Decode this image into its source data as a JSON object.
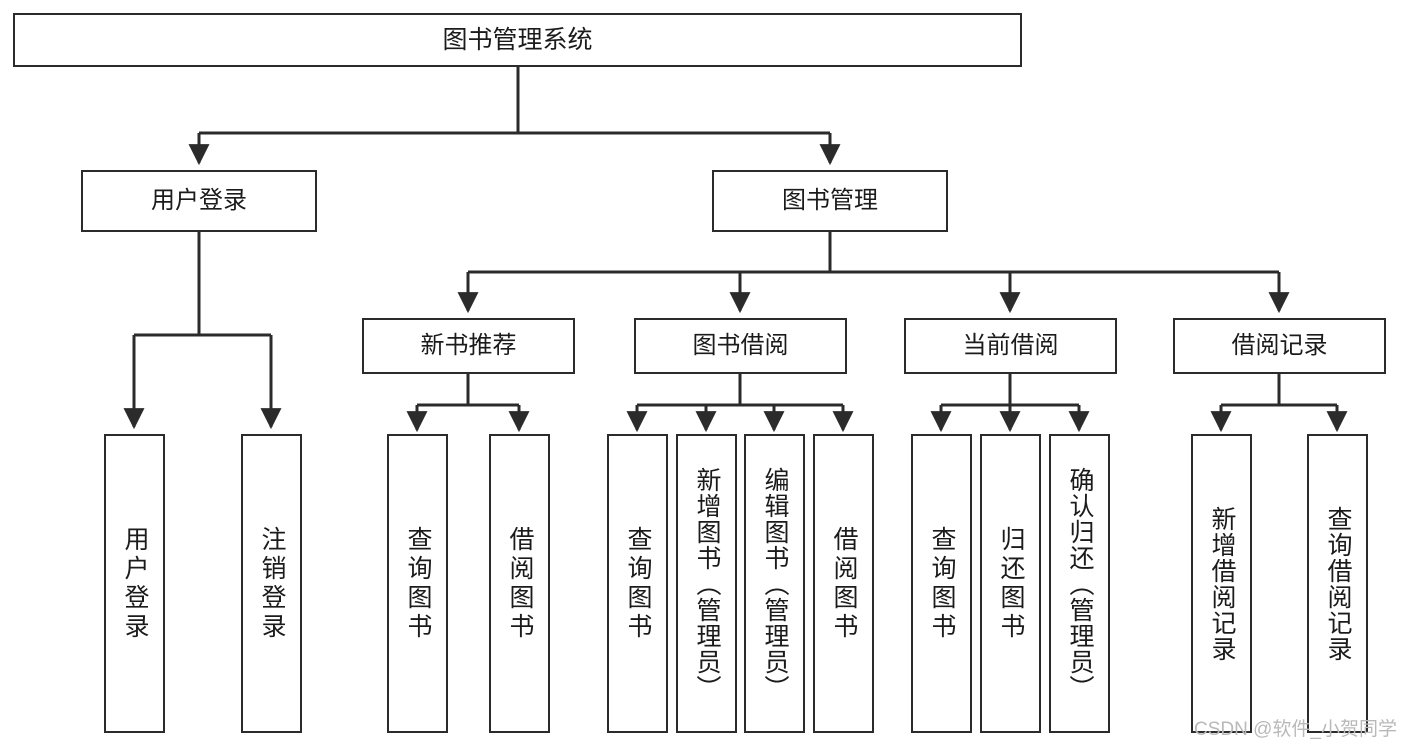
{
  "diagram": {
    "title": "图书管理系统",
    "root": {
      "label": "图书管理系统"
    },
    "level2": [
      {
        "label": "用户登录"
      },
      {
        "label": "图书管理"
      }
    ],
    "level3": [
      {
        "label": "新书推荐"
      },
      {
        "label": "图书借阅"
      },
      {
        "label": "当前借阅"
      },
      {
        "label": "借阅记录"
      }
    ],
    "leaves": {
      "user_login": [
        {
          "label": "用户登录"
        },
        {
          "label": "注销登录"
        }
      ],
      "new_book_recommend": [
        {
          "label": "查询图书"
        },
        {
          "label": "借阅图书"
        }
      ],
      "book_borrow": [
        {
          "label": "查询图书"
        },
        {
          "label": "新增图书（管理员）"
        },
        {
          "label": "编辑图书（管理员）"
        },
        {
          "label": "借阅图书"
        }
      ],
      "current_borrow": [
        {
          "label": "查询图书"
        },
        {
          "label": "归还图书"
        },
        {
          "label": "确认归还（管理员）"
        }
      ],
      "borrow_record": [
        {
          "label": "新增借阅记录"
        },
        {
          "label": "查询借阅记录"
        }
      ]
    }
  },
  "watermark": {
    "text": "CSDN @软件_小贺同学"
  },
  "colors": {
    "stroke": "#2b2b2b",
    "background": "#ffffff",
    "text": "#1b1b1b",
    "watermark": "#b9b9b9"
  }
}
